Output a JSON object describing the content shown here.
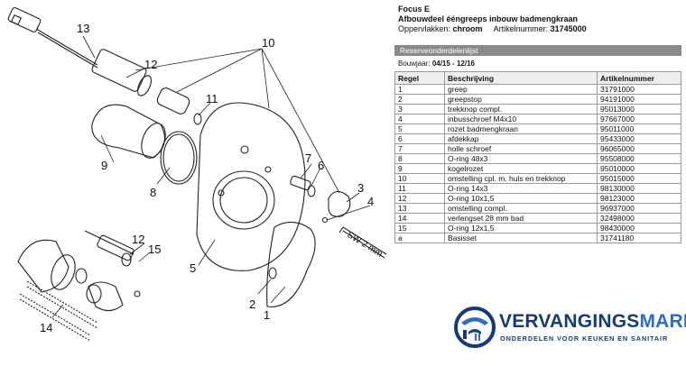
{
  "header": {
    "product": "Focus E",
    "description": "Afbouwdeel ééngreeps inbouw badmengkraan",
    "finish_label": "Oppervlakken:",
    "finish_value": "chroom",
    "article_label": "Artikelnummer:",
    "article_value": "31745000"
  },
  "section_title": "Reserveonderdelenlijst",
  "bouwjaar": {
    "label": "Bouwjaar:",
    "value": "04/15 - 12/16"
  },
  "table": {
    "headers": [
      "Regel",
      "Beschrijving",
      "Artikelnummer"
    ],
    "rows": [
      [
        "1",
        "greep",
        "31791000"
      ],
      [
        "2",
        "greepstop",
        "94191000"
      ],
      [
        "3",
        "trekknop compl.",
        "95013000"
      ],
      [
        "4",
        "inbusschroef M4x10",
        "97667000"
      ],
      [
        "5",
        "rozet badmengkraan",
        "95011000"
      ],
      [
        "6",
        "afdekkap",
        "95433000"
      ],
      [
        "7",
        "holle schroef",
        "96065000"
      ],
      [
        "8",
        "O-ring 48x3",
        "95508000"
      ],
      [
        "9",
        "kogelrozet",
        "95010000"
      ],
      [
        "10",
        "omstelling cpl. m. huls en trekknop",
        "95015000"
      ],
      [
        "11",
        "O-ring 14x3",
        "98130000"
      ],
      [
        "12",
        "O-ring 10x1,5",
        "98123000"
      ],
      [
        "13",
        "omstelling compl.",
        "96937000"
      ],
      [
        "14",
        "verlengset 28 mm bad",
        "32498000"
      ],
      [
        "15",
        "O-ring 12x1,5",
        "98430000"
      ],
      [
        "a",
        "Basisset",
        "31741180"
      ]
    ]
  },
  "diagram": {
    "callouts": [
      "13",
      "10",
      "12",
      "11",
      "9",
      "8",
      "7",
      "6",
      "3",
      "4",
      "12",
      "15",
      "5",
      "2",
      "1",
      "14"
    ],
    "tool_label": "SW 2 mm"
  },
  "logo": {
    "brand_dark": "VERVANGINGS",
    "brand_light": "MARKT",
    "tagline": "ONDERDELEN VOOR KEUKEN EN SANITAIR"
  }
}
